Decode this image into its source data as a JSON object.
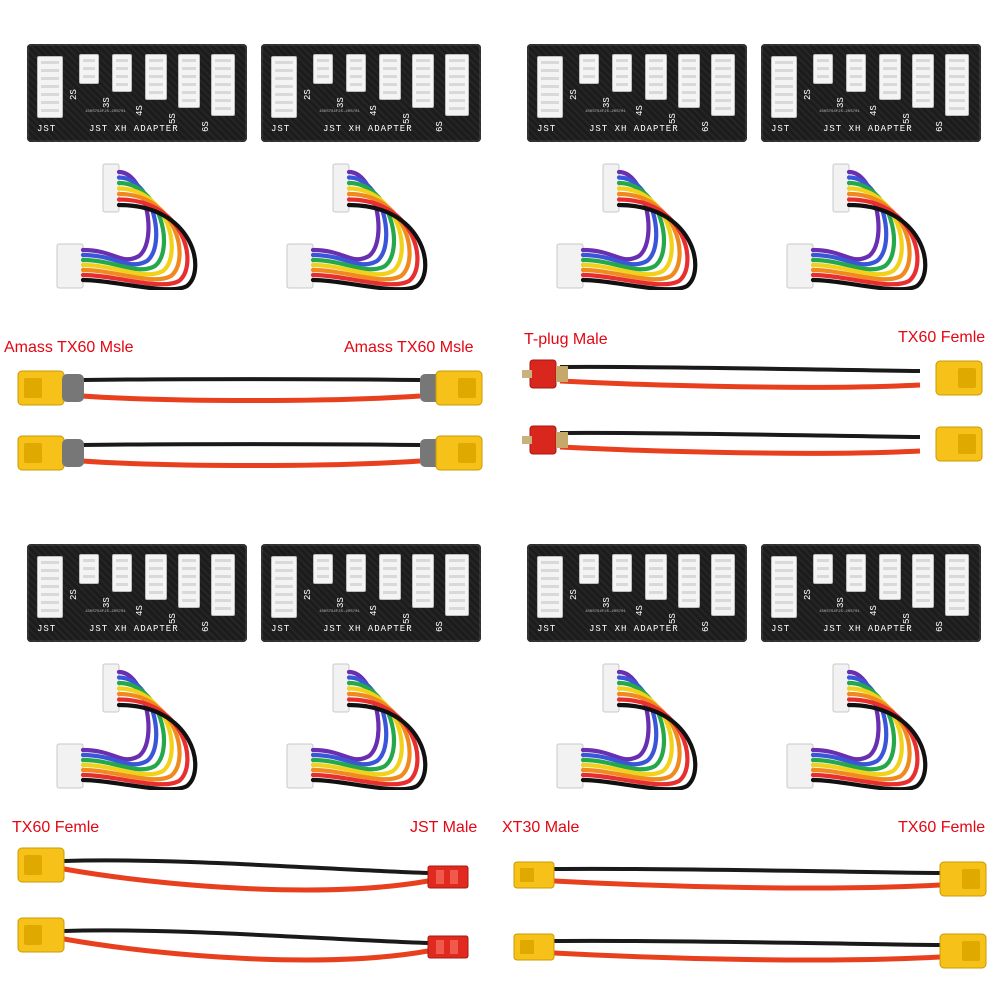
{
  "board": {
    "brand_label": "JST",
    "adapter_label": "JST XH ADAPTER",
    "serial_text": "1S0S7S4F25-20S701",
    "cell_labels": [
      "2S",
      "3S",
      "4S",
      "5S",
      "6S"
    ]
  },
  "wire_colors": [
    "#6a2fb0",
    "#3a55d8",
    "#25a84a",
    "#f2d11c",
    "#f08a1e",
    "#e82f2f",
    "#111111"
  ],
  "quadrants": [
    {
      "left_label": "",
      "right_label": "",
      "top_left": "Amass TX60 Msle",
      "top_right": "Amass TX60 Msle"
    },
    {
      "top_left": "T-plug Male",
      "top_right": "TX60 Femle"
    },
    {
      "top_left": "TX60 Femle",
      "top_right": "JST Male"
    },
    {
      "top_left": "XT30 Male",
      "top_right": "TX60 Femle"
    }
  ],
  "connector_colors": {
    "xt60_yellow": "#f6c21a",
    "xt_grey_boot": "#777777",
    "tplug_red": "#d9271d",
    "jst_red": "#e02a1f",
    "wire_red": "#e8401f",
    "wire_black": "#1a1a1a"
  }
}
